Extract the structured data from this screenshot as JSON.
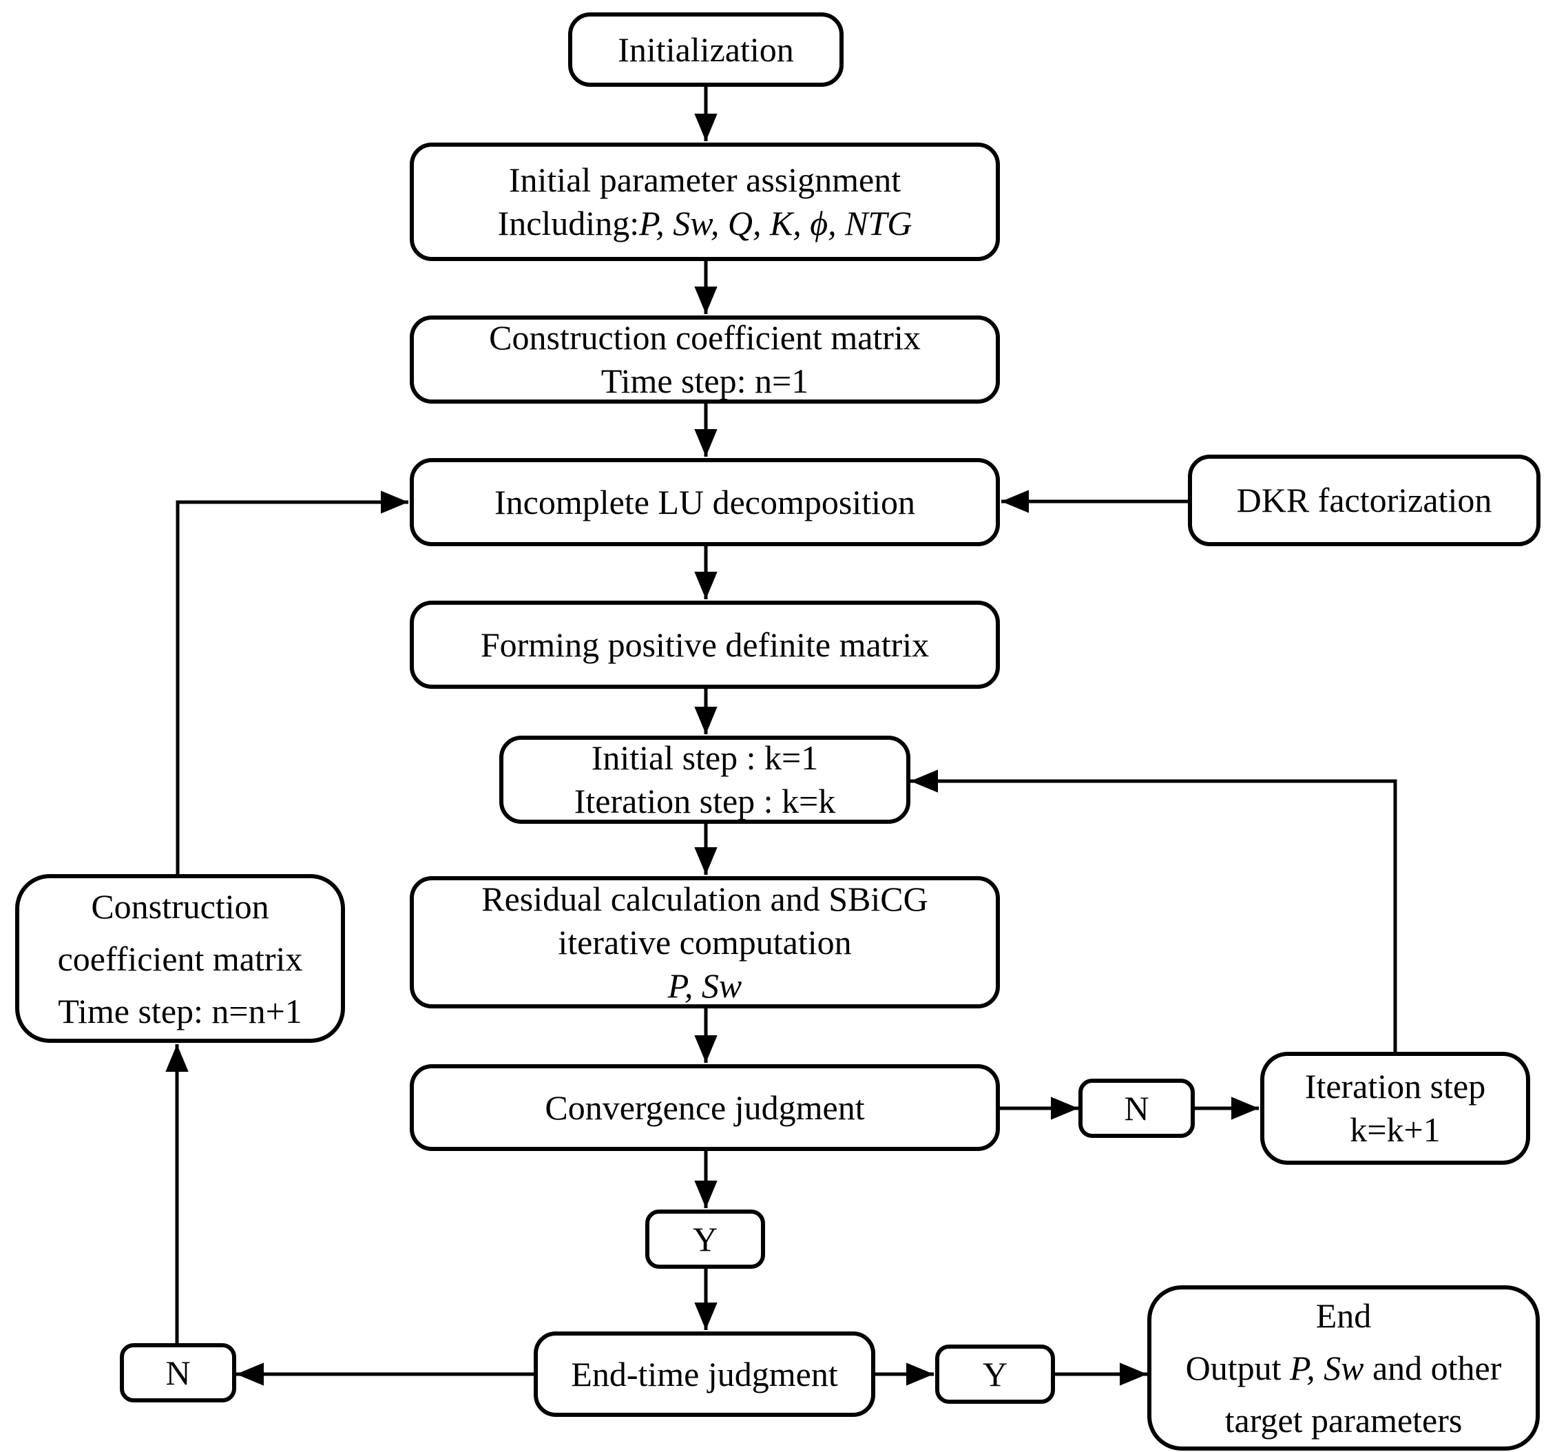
{
  "colors": {
    "line": "#000000",
    "box_border": "#000000",
    "box_fill": "#ffffff",
    "background": "#ffffff"
  },
  "nodes": {
    "initialization": {
      "label": "Initialization"
    },
    "initial_parameter": {
      "line1": "Initial parameter assignment",
      "line2_prefix": "Including:",
      "line2_params": "P, Sw, Q, K, ϕ, NTG"
    },
    "construction_n1": {
      "line1": "Construction coefficient matrix",
      "line2": "Time step: n=1"
    },
    "incomplete_lu": {
      "label": "Incomplete LU decomposition"
    },
    "dkr": {
      "label": "DKR factorization"
    },
    "forming": {
      "label": "Forming positive definite matrix"
    },
    "initial_step": {
      "line1": "Initial step : k=1",
      "line2": "Iteration step : k=k"
    },
    "residual": {
      "line1": "Residual calculation and SBiCG",
      "line2": "iterative computation",
      "line3_params": "P, Sw"
    },
    "convergence": {
      "label": "Convergence judgment"
    },
    "branch_n_convergence": {
      "label": "N"
    },
    "iteration_step": {
      "line1": "Iteration step",
      "line2": "k=k+1"
    },
    "branch_y_convergence": {
      "label": "Y"
    },
    "construction_next": {
      "line1": "Construction",
      "line2": "coefficient matrix",
      "line3": "Time step: n=n+1"
    },
    "branch_n_endtime": {
      "label": "N"
    },
    "end_time": {
      "label": "End-time judgment"
    },
    "branch_y_endtime": {
      "label": "Y"
    },
    "end_output": {
      "line1": "End",
      "line2_prefix": "Output ",
      "line2_params": "P, Sw",
      "line2_suffix": " and other",
      "line3": "target parameters"
    }
  }
}
